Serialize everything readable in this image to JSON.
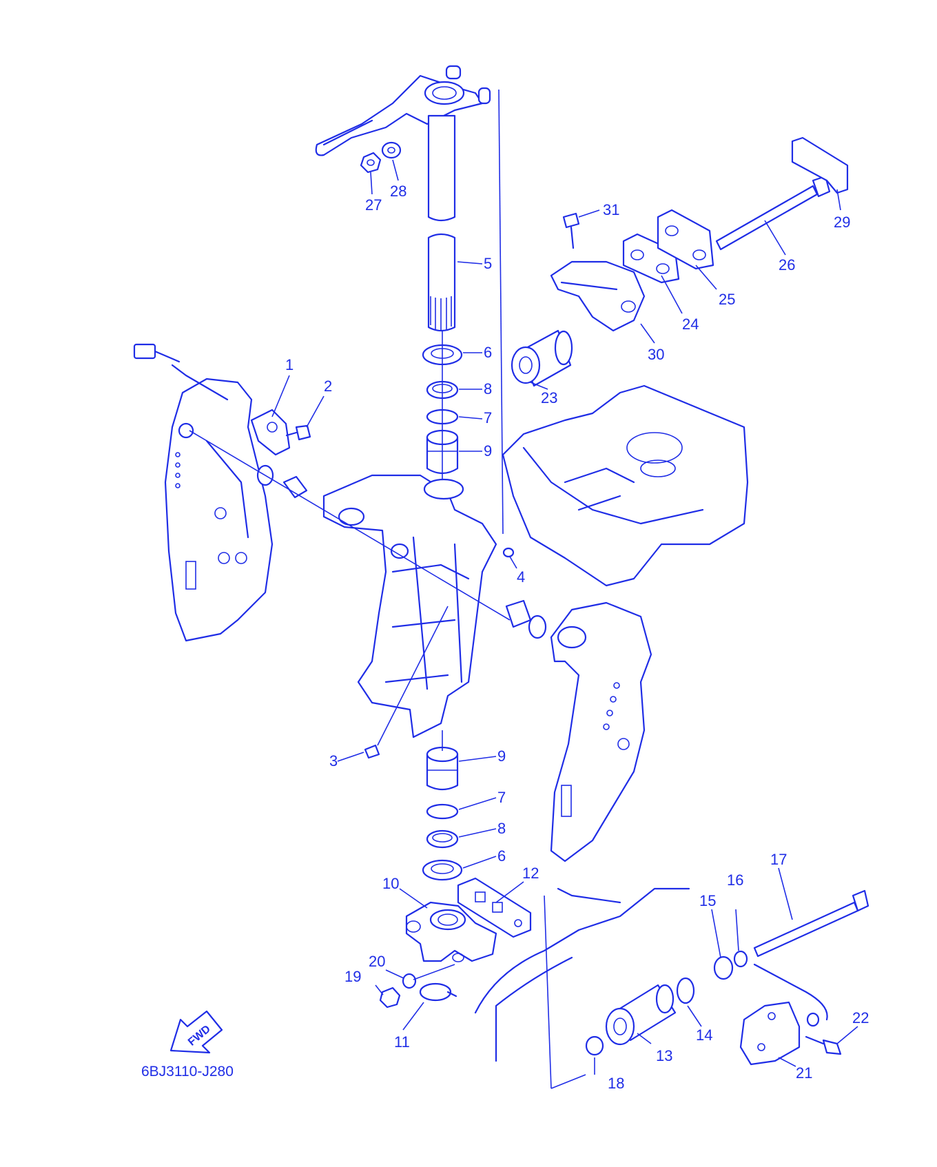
{
  "diagram": {
    "code": "6BJ3110-J280",
    "fwd_label": "FWD",
    "line_color": "#1f2de6",
    "callouts": [
      {
        "id": "c1",
        "label": "1"
      },
      {
        "id": "c2",
        "label": "2"
      },
      {
        "id": "c3",
        "label": "3"
      },
      {
        "id": "c4",
        "label": "4"
      },
      {
        "id": "c5",
        "label": "5"
      },
      {
        "id": "c6a",
        "label": "6"
      },
      {
        "id": "c6b",
        "label": "6"
      },
      {
        "id": "c7a",
        "label": "7"
      },
      {
        "id": "c7b",
        "label": "7"
      },
      {
        "id": "c8a",
        "label": "8"
      },
      {
        "id": "c8b",
        "label": "8"
      },
      {
        "id": "c9a",
        "label": "9"
      },
      {
        "id": "c9b",
        "label": "9"
      },
      {
        "id": "c10",
        "label": "10"
      },
      {
        "id": "c11",
        "label": "11"
      },
      {
        "id": "c12",
        "label": "12"
      },
      {
        "id": "c13",
        "label": "13"
      },
      {
        "id": "c14",
        "label": "14"
      },
      {
        "id": "c15",
        "label": "15"
      },
      {
        "id": "c16",
        "label": "16"
      },
      {
        "id": "c17",
        "label": "17"
      },
      {
        "id": "c18",
        "label": "18"
      },
      {
        "id": "c19",
        "label": "19"
      },
      {
        "id": "c20",
        "label": "20"
      },
      {
        "id": "c21",
        "label": "21"
      },
      {
        "id": "c22",
        "label": "22"
      },
      {
        "id": "c23",
        "label": "23"
      },
      {
        "id": "c24",
        "label": "24"
      },
      {
        "id": "c25",
        "label": "25"
      },
      {
        "id": "c26",
        "label": "26"
      },
      {
        "id": "c27",
        "label": "27"
      },
      {
        "id": "c28",
        "label": "28"
      },
      {
        "id": "c29",
        "label": "29"
      },
      {
        "id": "c30",
        "label": "30"
      },
      {
        "id": "c31",
        "label": "31"
      }
    ]
  }
}
